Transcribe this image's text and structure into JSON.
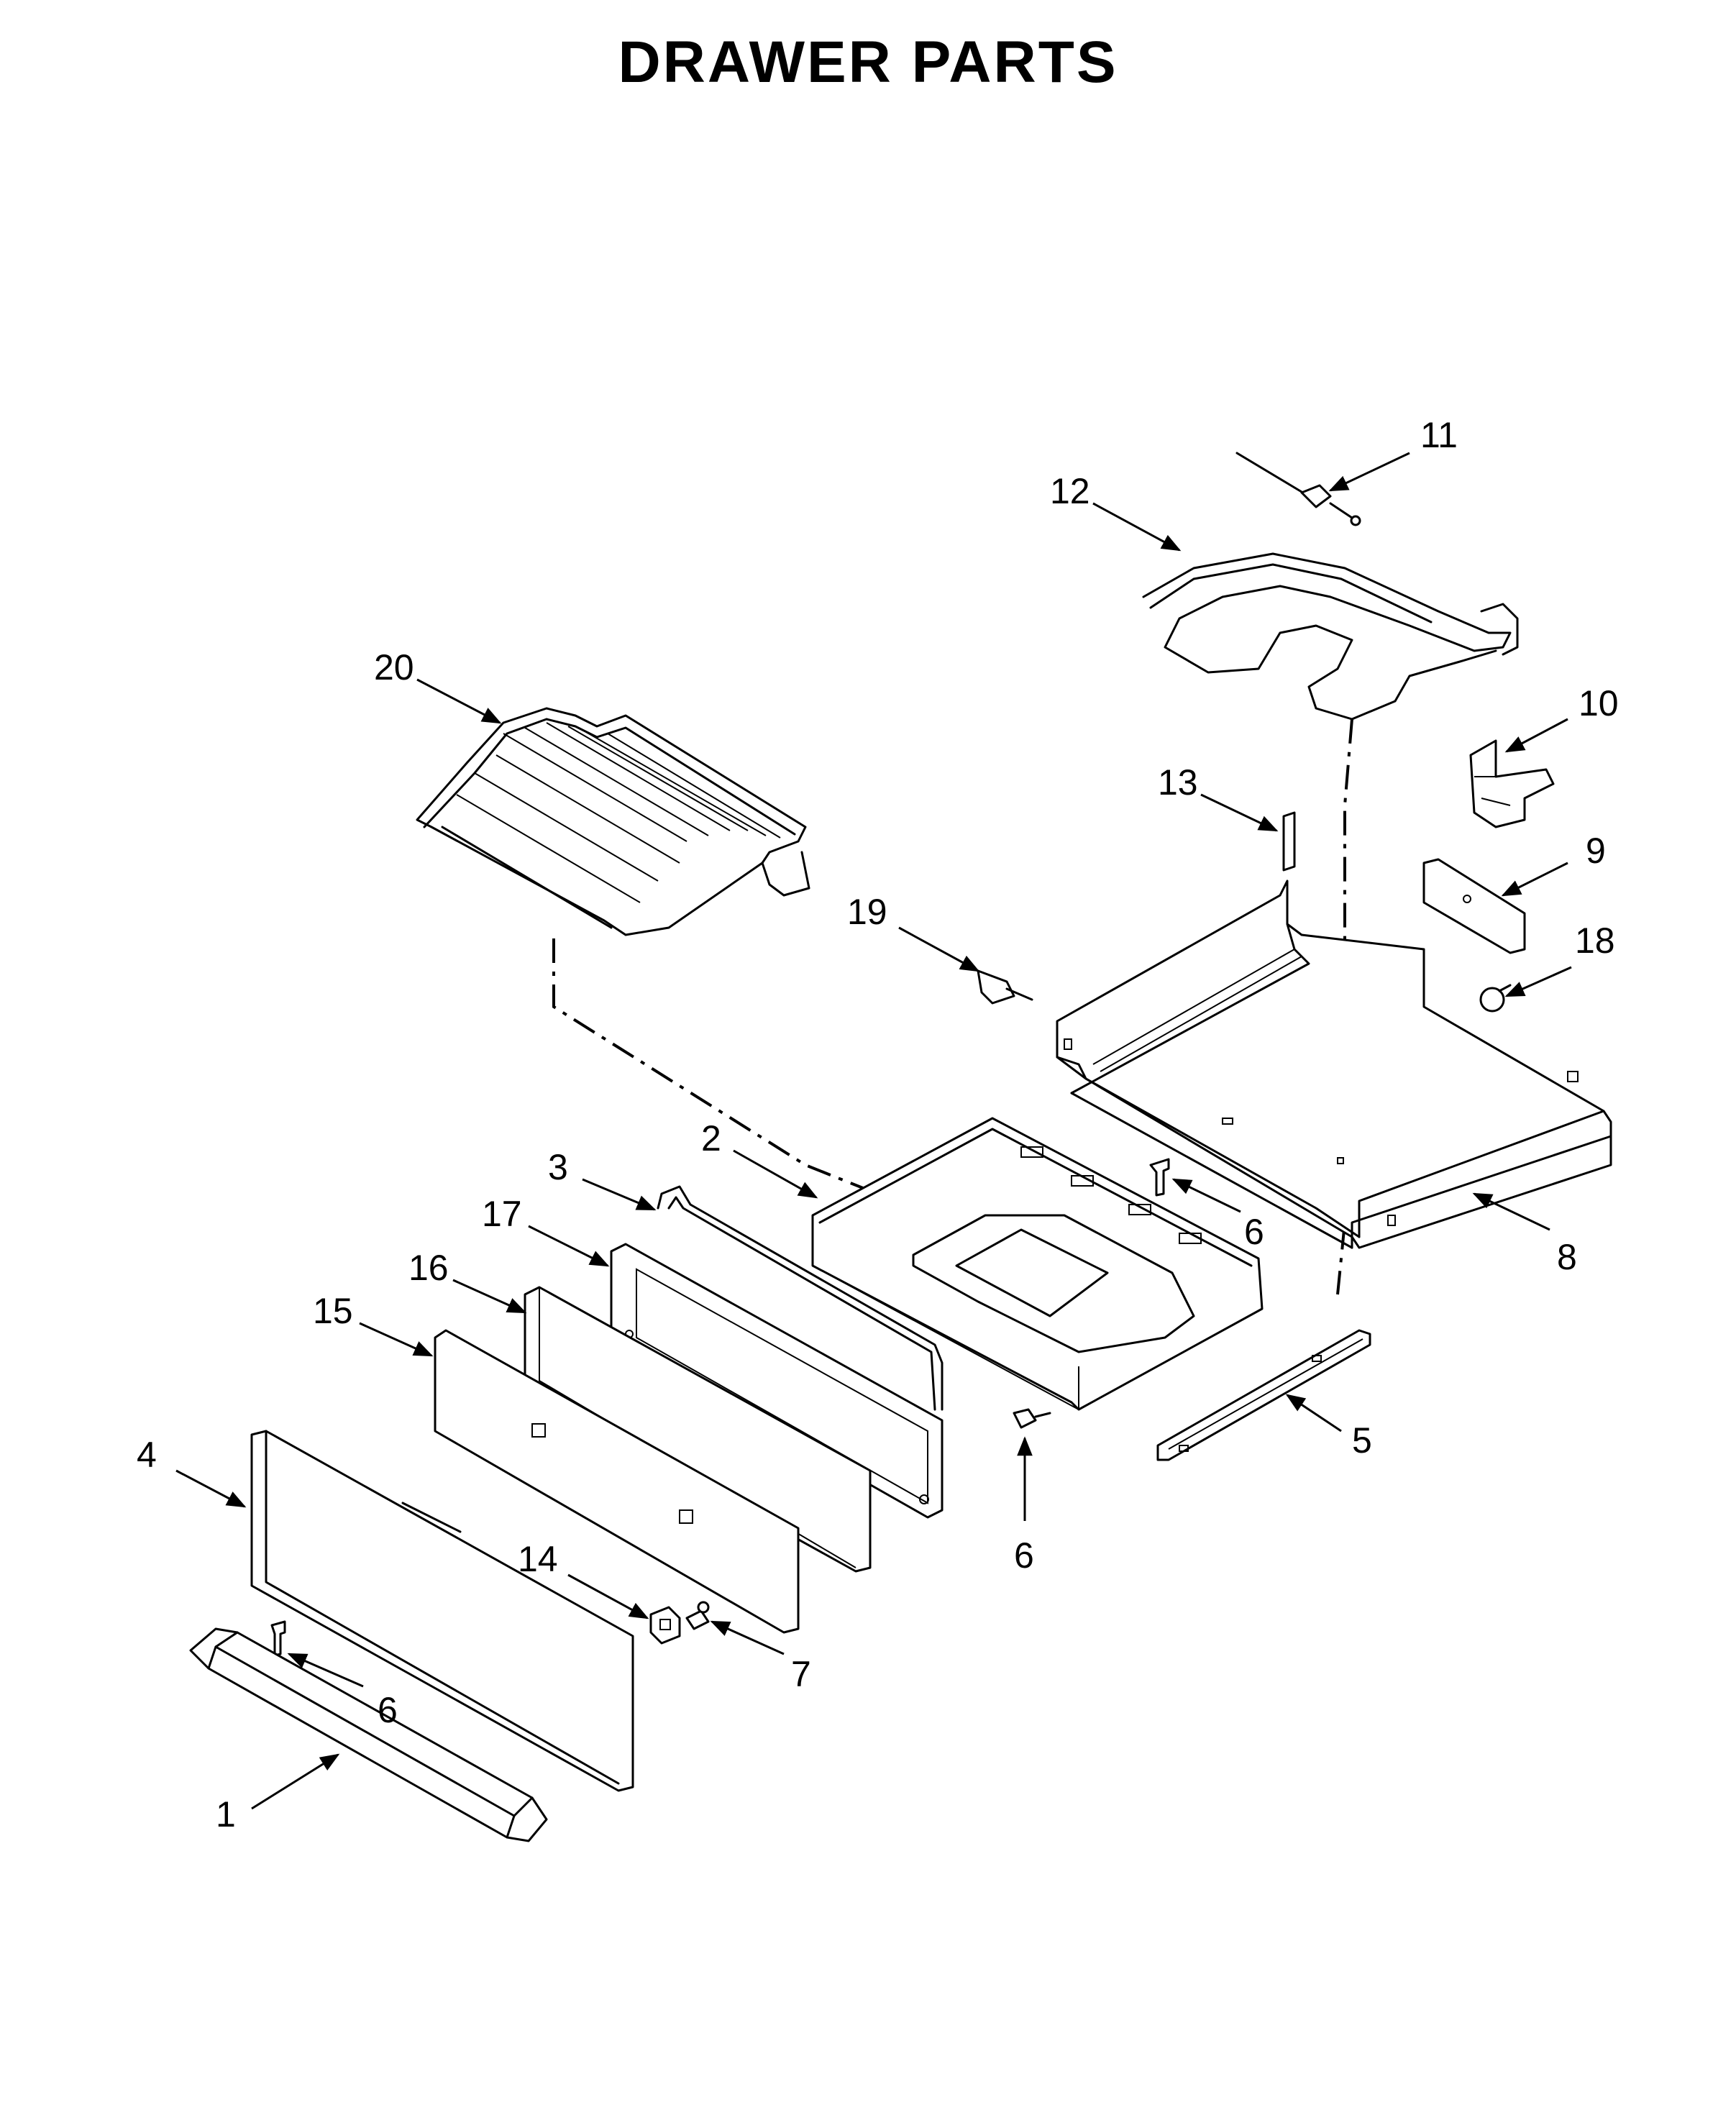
{
  "title": "DRAWER PARTS",
  "callouts": [
    "1",
    "2",
    "3",
    "4",
    "5",
    "6",
    "6",
    "6",
    "7",
    "8",
    "9",
    "10",
    "11",
    "12",
    "13",
    "14",
    "15",
    "16",
    "17",
    "18",
    "19",
    "20"
  ]
}
